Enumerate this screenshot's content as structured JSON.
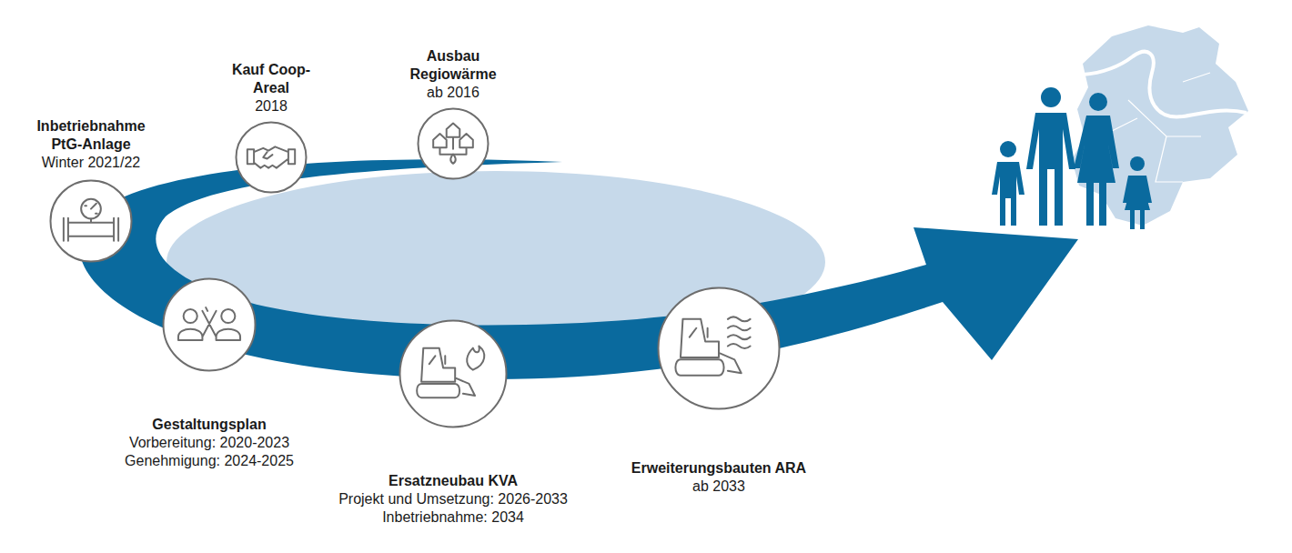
{
  "diagram": {
    "nodes": [
      {
        "text": [
          "Inbetriebnahme PtG-Anlage",
          "Winter 2021/22"
        ]
      },
      {
        "text": [
          "Kauf Coop-Areal",
          "2018"
        ]
      },
      {
        "text": [
          "Ausbau Regiowärme",
          "ab 2016"
        ]
      },
      {
        "text": [
          "Gestaltungsplan",
          "Vorbereitung: 2020-2023",
          "Genehmigung: 2024-2025"
        ]
      },
      {
        "text": [
          "Ersatzneubau KVA",
          "Projekt und Umsetzung: 2026-2033",
          "Inbetriebnahme: 2034"
        ]
      },
      {
        "text": [
          "Erweiterungsbauten ARA",
          "ab 2033"
        ]
      }
    ]
  }
}
